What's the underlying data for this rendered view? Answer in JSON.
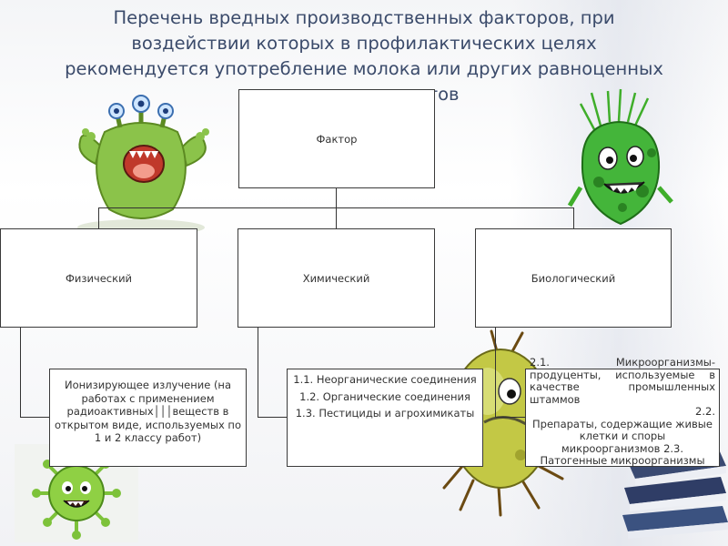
{
  "title": {
    "line1": "Перечень  вредных производственных факторов, при",
    "line2": "воздействии которых  в профилактических целях",
    "line3": "рекомендуется употребление молока или других равноценных",
    "line4": "пищевых продуктов"
  },
  "diagram": {
    "root": "Фактор",
    "categories": {
      "physical": "Физический",
      "chemical": "Химический",
      "biological": "Биологический"
    },
    "details": {
      "physical": "Ионизирующее излучение (на работах с применением радиоактивных│││веществ в открытом виде, используемых по 1 и 2 классу работ)",
      "chemical": [
        "1.1. Неорганические соединения",
        "1.2. Органические соединения",
        "1.3. Пестициды и агрохимикаты"
      ],
      "biological": [
        "2.1.    Микроорганизмы-продуценты,    используемые    в    качестве промышленных штаммов",
        "2.2.",
        "Препараты, содержащие живые клетки и споры микроорганизмов     2.3. Патогенные микроорганизмы"
      ]
    }
  },
  "colors": {
    "title": "#3b4b6b",
    "box_border": "#3a3a3a",
    "microbe_green": "#8bc34a",
    "microbe_dark_green": "#3fae2a"
  },
  "icons": [
    "green-monster-icon",
    "spiky-germ-icon",
    "virus-icon",
    "yellow-bacterium-icon",
    "books-icon"
  ]
}
